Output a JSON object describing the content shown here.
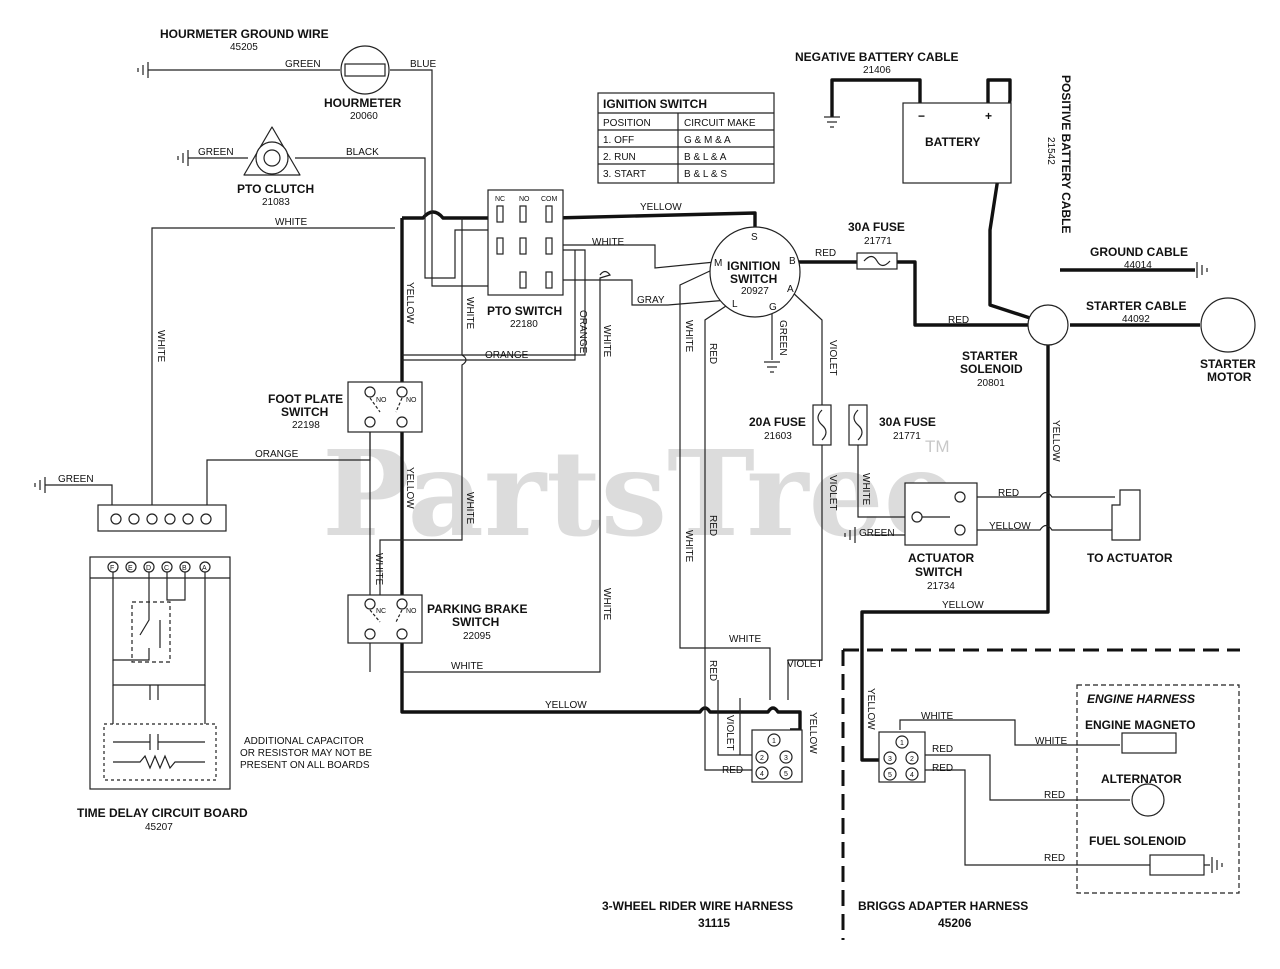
{
  "watermark": {
    "text": "PartsTree",
    "tm": "TM"
  },
  "components": {
    "hourmeter_ground": {
      "name": "HOURMETER GROUND WIRE",
      "part": "45205"
    },
    "hourmeter": {
      "name": "HOURMETER",
      "part": "20060"
    },
    "pto_clutch": {
      "name": "PTO CLUTCH",
      "part": "21083"
    },
    "pto_switch": {
      "name": "PTO SWITCH",
      "part": "22180",
      "terms": [
        "NC",
        "NO",
        "COM"
      ]
    },
    "ignition_switch": {
      "name_l1": "IGNITION",
      "name_l2": "SWITCH",
      "part": "20927",
      "terms": [
        "S",
        "M",
        "B",
        "L",
        "G",
        "A"
      ]
    },
    "neg_cable": {
      "name": "NEGATIVE BATTERY CABLE",
      "part": "21406"
    },
    "battery": {
      "name": "BATTERY",
      "neg": "−",
      "pos": "+"
    },
    "pos_cable": {
      "name": "POSITIVE BATTERY CABLE",
      "part": "21542"
    },
    "fuse_30a_top": {
      "name": "30A FUSE",
      "part": "21771"
    },
    "ground_cable": {
      "name": "GROUND CABLE",
      "part": "44014"
    },
    "starter_cable": {
      "name": "STARTER CABLE",
      "part": "44092"
    },
    "starter_solenoid": {
      "name_l1": "STARTER",
      "name_l2": "SOLENOID",
      "part": "20801"
    },
    "starter_motor": {
      "name_l1": "STARTER",
      "name_l2": "MOTOR"
    },
    "foot_plate": {
      "name_l1": "FOOT PLATE",
      "name_l2": "SWITCH",
      "part": "22198",
      "terms": [
        "NO",
        "NO"
      ]
    },
    "fuse_20a": {
      "name": "20A FUSE",
      "part": "21603"
    },
    "fuse_30a_mid": {
      "name": "30A FUSE",
      "part": "21771"
    },
    "actuator_switch": {
      "name_l1": "ACTUATOR",
      "name_l2": "SWITCH",
      "part": "21734"
    },
    "to_actuator": {
      "name": "TO ACTUATOR"
    },
    "parking_brake": {
      "name_l1": "PARKING BRAKE",
      "name_l2": "SWITCH",
      "part": "22095",
      "terms": [
        "NC",
        "NO"
      ]
    },
    "time_delay": {
      "name": "TIME DELAY CIRCUIT BOARD",
      "part": "45207",
      "pins": [
        "F",
        "E",
        "D",
        "C",
        "B",
        "A"
      ]
    },
    "capacitor_note": [
      "ADDITIONAL CAPACITOR",
      "OR RESISTOR MAY NOT BE",
      "PRESENT ON ALL BOARDS"
    ],
    "connector_pins": [
      "1",
      "2",
      "3",
      "4",
      "5"
    ],
    "engine_harness": {
      "title": "ENGINE HARNESS",
      "magneto": "ENGINE MAGNETO",
      "alternator": "ALTERNATOR",
      "fuel_solenoid": "FUEL SOLENOID"
    }
  },
  "ignition_table": {
    "title": "IGNITION SWITCH",
    "headers": [
      "POSITION",
      "CIRCUIT MAKE"
    ],
    "rows": [
      [
        "1. OFF",
        "G & M & A"
      ],
      [
        "2. RUN",
        "B & L & A"
      ],
      [
        "3. START",
        "B & L & S"
      ]
    ]
  },
  "harnesses": {
    "rider": {
      "name": "3-WHEEL RIDER WIRE HARNESS",
      "part": "31115"
    },
    "briggs": {
      "name": "BRIGGS ADAPTER HARNESS",
      "part": "45206"
    }
  },
  "wire_colors": {
    "green": "GREEN",
    "blue": "BLUE",
    "black": "BLACK",
    "white": "WHITE",
    "yellow": "YELLOW",
    "orange": "ORANGE",
    "gray": "GRAY",
    "red": "RED",
    "violet": "VIOLET"
  }
}
